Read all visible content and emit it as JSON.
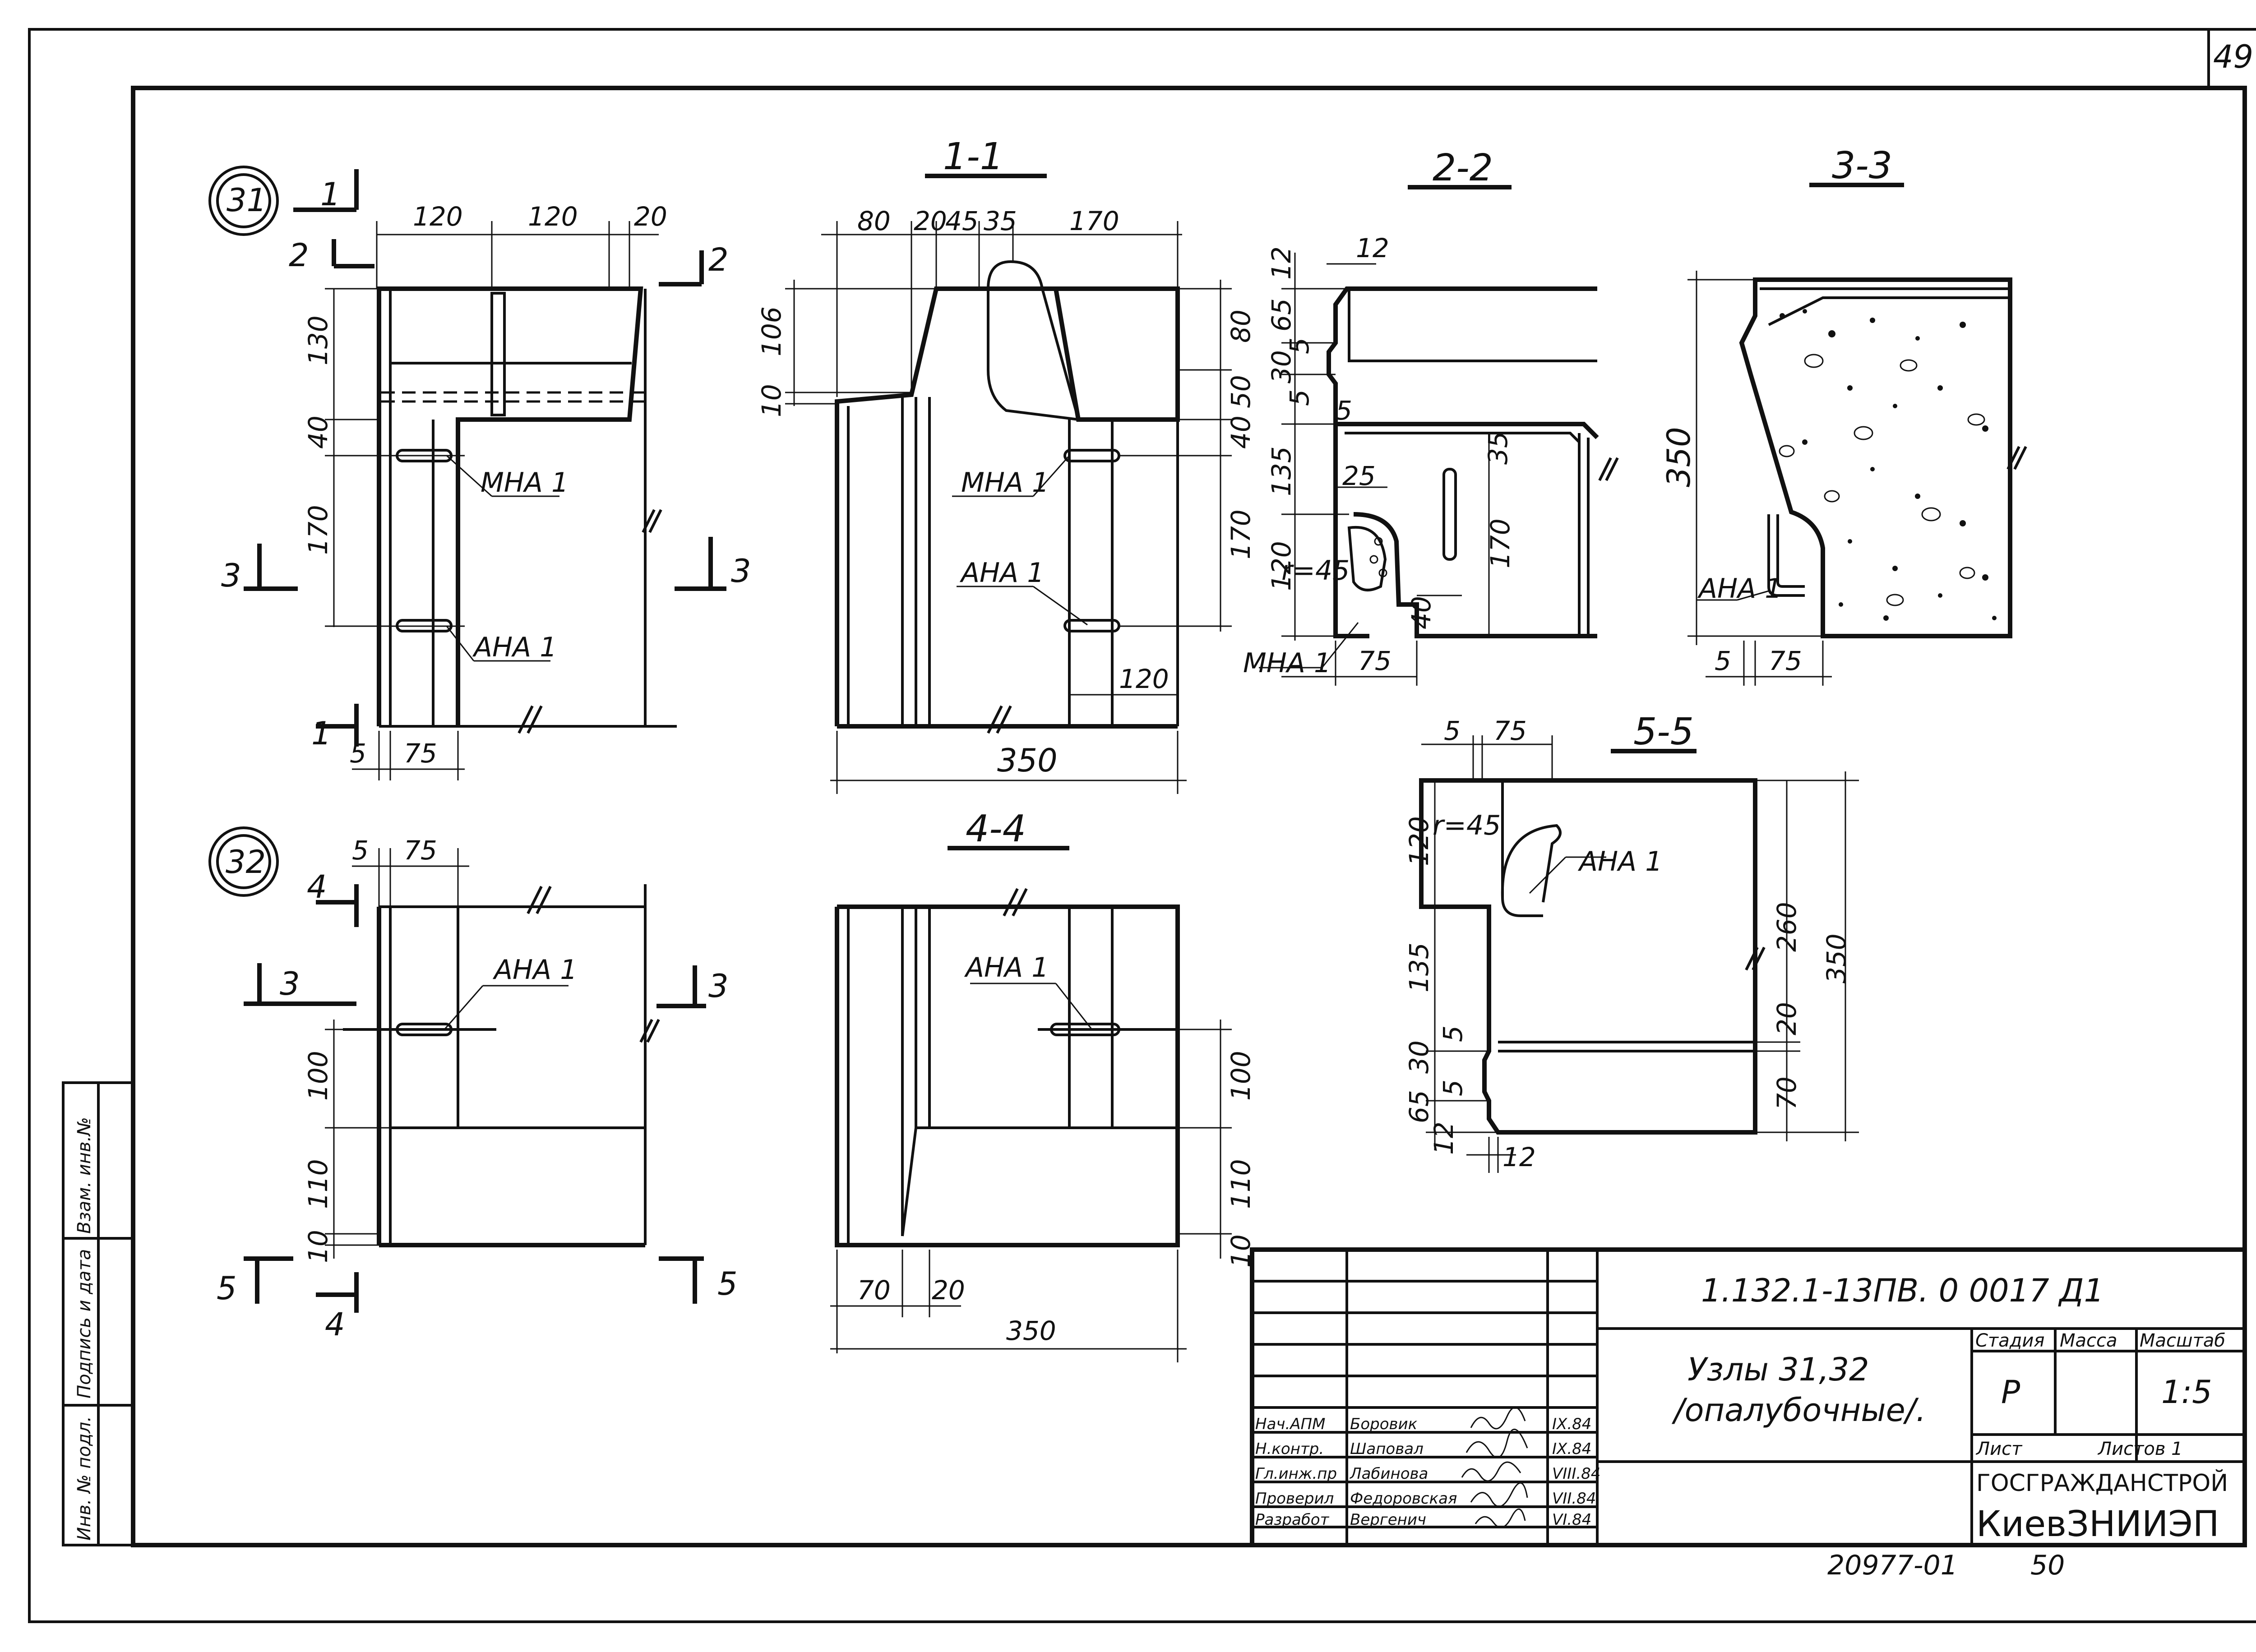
{
  "sheet": {
    "page_number": "49",
    "doc_code": "1.132.1-13ПВ. 0  0017  Д1",
    "title_line1": "Узлы 31,32",
    "title_line2": "/опалубочные/.",
    "stage_header": "Стадия",
    "mass_header": "Масса",
    "scale_header": "Масштаб",
    "stage_value": "Р",
    "scale_value": "1:5",
    "sheet_label": "Лист",
    "sheets_label": "Листов 1",
    "org_line1": "ГОСГРАЖДАНСТРОЙ",
    "org_line2": "КиевЗНИИЭП",
    "footer_left": "20977-01",
    "footer_right": "50"
  },
  "stamp": [
    {
      "role": "Нач.АПМ",
      "name": "Боровик",
      "date": "IX.84"
    },
    {
      "role": "Н.контр.",
      "name": "Шаповал",
      "date": "IX.84"
    },
    {
      "role": "Гл.инж.пр",
      "name": "Лабинова",
      "date": "VIII.84"
    },
    {
      "role": "Проверил",
      "name": "Федоровская",
      "date": "VII.84"
    },
    {
      "role": "Разработ",
      "name": "Вергенич",
      "date": "VI.84"
    }
  ],
  "side_stamp": [
    "Инв. № подл.",
    "Подпись и дата",
    "Взам. инв.№"
  ],
  "nodes": {
    "n31": "31",
    "n32": "32"
  },
  "sections": {
    "s11": "1-1",
    "s22": "2-2",
    "s33": "3-3",
    "s44": "4-4",
    "s55": "5-5"
  },
  "labels": {
    "mna": "МНА 1",
    "ana": "АНА 1",
    "r45": "r=45"
  },
  "cut_marks": {
    "c1": "1",
    "c2": "2",
    "c3": "3",
    "c4": "4",
    "c5": "5"
  },
  "dims": {
    "d120": "120",
    "d20": "20",
    "d130": "130",
    "d40": "40",
    "d170": "170",
    "d5": "5",
    "d75": "75",
    "d80": "80",
    "d45": "45",
    "d35": "35",
    "d106": "106",
    "d10": "10",
    "d50": "50",
    "d350": "350",
    "d12": "12",
    "d65": "65",
    "d30": "30",
    "d135": "135",
    "d25": "25",
    "d100": "100",
    "d110": "110",
    "d70": "70",
    "d260": "260"
  }
}
